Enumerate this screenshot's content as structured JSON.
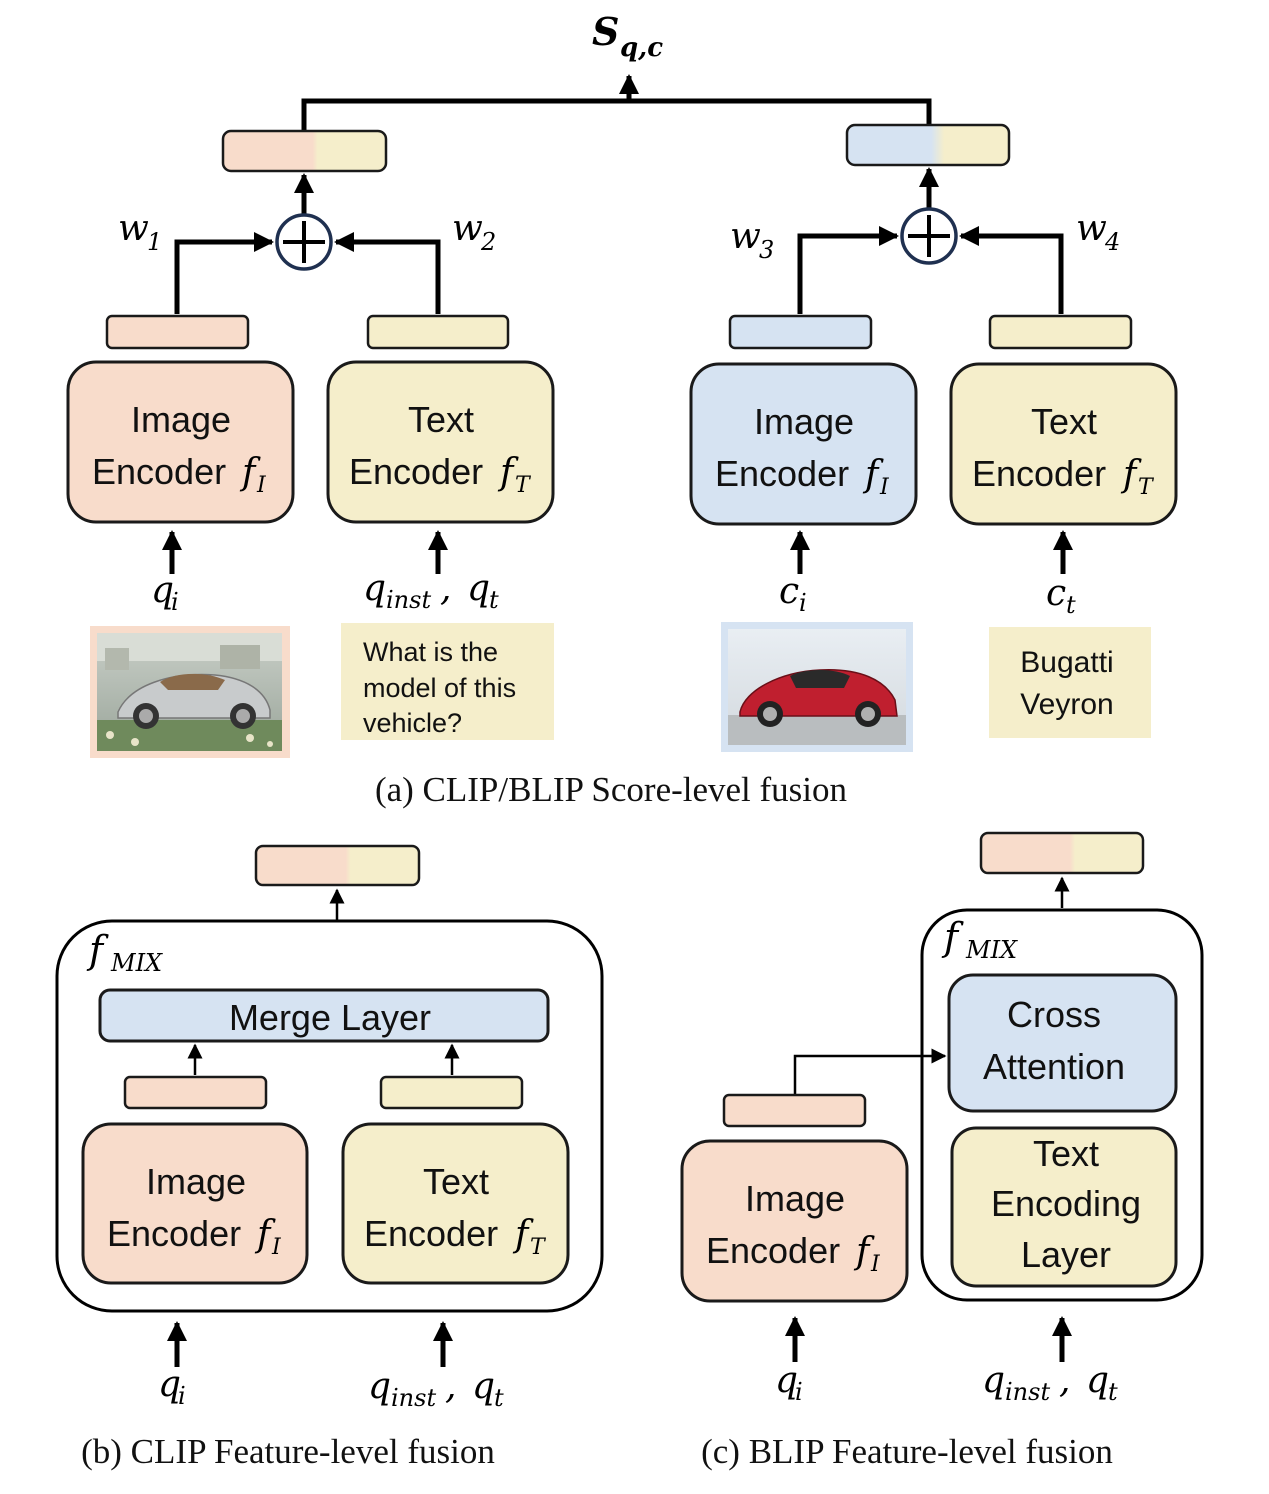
{
  "colors": {
    "image_fill": "#f8dccb",
    "text_fill": "#f5eecb",
    "blue_fill": "#d6e3f2",
    "stroke": "#1a1a1a",
    "circle_stroke": "#1f3050"
  },
  "top_output": {
    "S": "S",
    "sub": "q,c"
  },
  "panel_a": {
    "weights": [
      {
        "base": "w",
        "sub": "1"
      },
      {
        "base": "w",
        "sub": "2"
      },
      {
        "base": "w",
        "sub": "3"
      },
      {
        "base": "w",
        "sub": "4"
      }
    ],
    "encoders": [
      {
        "line1": "Image",
        "line2": "Encoder ",
        "fn": "f",
        "fsub": "I"
      },
      {
        "line1": "Text",
        "line2": "Encoder ",
        "fn": "f",
        "fsub": "T"
      },
      {
        "line1": "Image",
        "line2": "Encoder ",
        "fn": "f",
        "fsub": "I"
      },
      {
        "line1": "Text",
        "line2": "Encoder ",
        "fn": "f",
        "fsub": "T"
      }
    ],
    "inputs": [
      {
        "base": "q",
        "sub": "i"
      },
      {
        "base": "q",
        "sub": "inst",
        "sep": ", ",
        "base2": "q",
        "sub2": "t"
      },
      {
        "base": "c",
        "sub": "i"
      },
      {
        "base": "c",
        "sub": "t"
      }
    ],
    "query_text": [
      "What is the",
      "model of this",
      "vehicle?"
    ],
    "candidate_text": [
      "Bugatti",
      "Veyron"
    ],
    "caption": "(a) CLIP/BLIP Score-level fusion"
  },
  "panel_b": {
    "fmix": {
      "base": "f",
      "sub": "MIX"
    },
    "merge_label": "Merge Layer",
    "encoders": [
      {
        "line1": "Image",
        "line2": "Encoder ",
        "fn": "f",
        "fsub": "I"
      },
      {
        "line1": "Text",
        "line2": "Encoder ",
        "fn": "f",
        "fsub": "T"
      }
    ],
    "inputs": [
      {
        "base": "q",
        "sub": "i"
      },
      {
        "base": "q",
        "sub": "inst",
        "sep": ", ",
        "base2": "q",
        "sub2": "t"
      }
    ],
    "caption": "(b) CLIP Feature-level fusion"
  },
  "panel_c": {
    "fmix": {
      "base": "f",
      "sub": "MIX"
    },
    "cross_attention": [
      "Cross",
      "Attention"
    ],
    "text_encoding": [
      "Text",
      "Encoding",
      "Layer"
    ],
    "image_encoder": {
      "line1": "Image",
      "line2": "Encoder ",
      "fn": "f",
      "fsub": "I"
    },
    "inputs": [
      {
        "base": "q",
        "sub": "i"
      },
      {
        "base": "q",
        "sub": "inst",
        "sep": ", ",
        "base2": "q",
        "sub2": "t"
      }
    ],
    "caption": "(c) BLIP Feature-level fusion"
  }
}
